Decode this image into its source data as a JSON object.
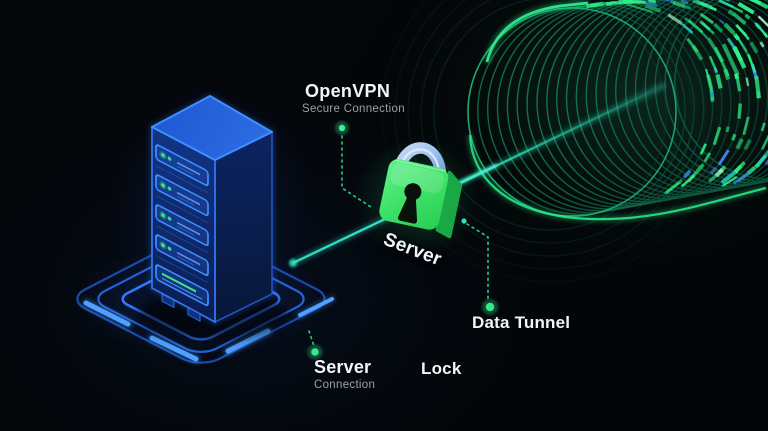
{
  "illustration": {
    "title": "OpenVPN",
    "subtitle": "Secure Connection",
    "labels": {
      "server_center": "Server",
      "lock": "Lock",
      "data_tunnel": "Data Tunnel",
      "server_bottom": "Server",
      "server_bottom_sub": "Connection"
    },
    "colors": {
      "background": "#04070b",
      "accent_green": "#2ef287",
      "accent_green_dim": "#17a75f",
      "accent_teal": "#2fe0c8",
      "accent_blue": "#3f8fff",
      "dash_blue": "#3d87ea",
      "text_primary": "#f3f5f7",
      "text_secondary": "#99a1a8"
    }
  }
}
